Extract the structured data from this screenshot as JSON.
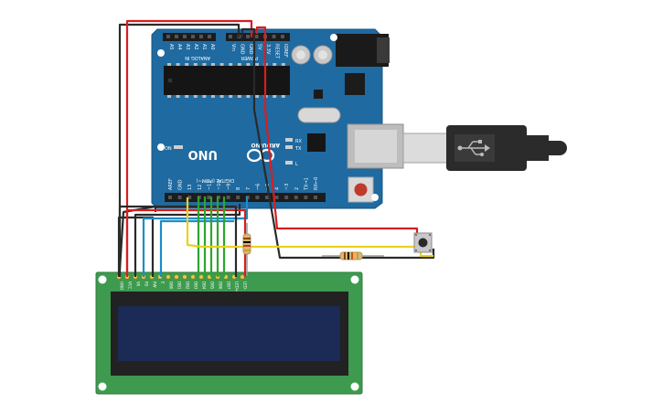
{
  "board": {
    "name": "Arduino UNO",
    "logo_text": "ARDUINO",
    "model_text": "UNO",
    "digital_header_label": "DIGITAL (PWM~)",
    "analog_header_label": "ANALOG IN",
    "power_header_label": "POWER",
    "on_led_label": "ON",
    "tx_label": "TX",
    "rx_label": "RX",
    "l_label": "L",
    "digital_pins": [
      "AREF",
      "GND",
      "13",
      "12",
      "~11",
      "~10",
      "~9",
      "8",
      "7",
      "~6",
      "~5",
      "4",
      "~3",
      "2",
      "TX→1",
      "RX←0"
    ],
    "analog_pins": [
      "A5",
      "A4",
      "A3",
      "A2",
      "A1",
      "A0"
    ],
    "power_pins": [
      "Vin",
      "GND",
      "GND",
      "5V",
      "3.3V",
      "RESET",
      "IOREF"
    ]
  },
  "lcd": {
    "name": "16x2 LCD",
    "pins": [
      "GND",
      "VCC",
      "V0",
      "RS",
      "RW",
      "E",
      "DB0",
      "DB1",
      "DB2",
      "DB3",
      "DB4",
      "DB5",
      "DB6",
      "DB7",
      "LED+",
      "LED-"
    ]
  },
  "colors": {
    "board": "#1f6aa0",
    "lcd_pcb": "#3d9a4e",
    "lcd_screen": "#1b2b55",
    "wire_red": "#d81e1e",
    "wire_black": "#2a2a2a",
    "wire_yellow": "#e8d21e",
    "wire_green": "#2ea52e",
    "wire_blue": "#1f8bc8"
  }
}
